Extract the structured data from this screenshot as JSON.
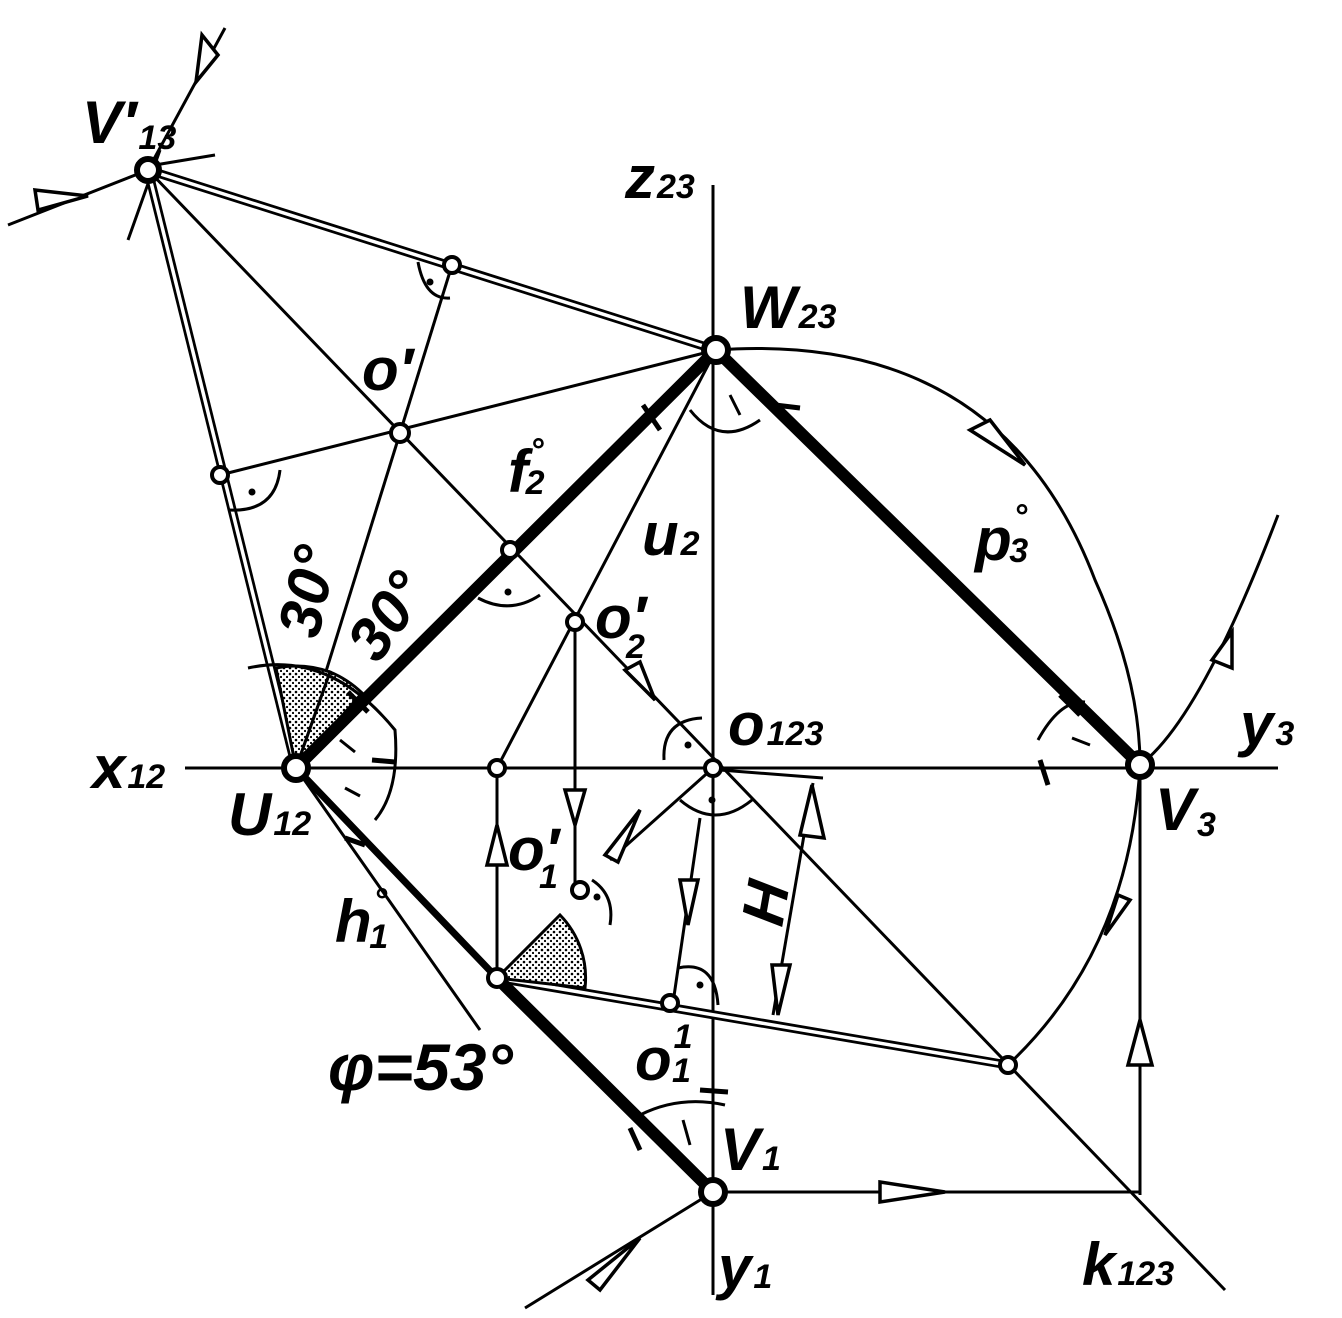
{
  "labels": {
    "v13": {
      "main": "V",
      "prime": "′",
      "sub": "13"
    },
    "z23": {
      "main": "z",
      "sub": "23"
    },
    "w23": {
      "main": "W",
      "sub": "23"
    },
    "o_prime": {
      "main": "o′"
    },
    "f2": {
      "main": "f",
      "sup": "°",
      "sub": "2"
    },
    "u2": {
      "main": "u",
      "sub": "2"
    },
    "o2_prime": {
      "main": "o′",
      "sub": "2"
    },
    "p3": {
      "main": "p",
      "sup": "°",
      "sub": "3"
    },
    "x12": {
      "main": "x",
      "sub": "12"
    },
    "o123": {
      "main": "o",
      "sub": "123"
    },
    "y3": {
      "main": "y",
      "sub": "3"
    },
    "u12": {
      "main": "U",
      "sub": "12"
    },
    "v3": {
      "main": "V",
      "sub": "3"
    },
    "o1_prime": {
      "main": "o′",
      "sub": "1"
    },
    "h1": {
      "main": "h",
      "sup": "°",
      "sub": "1"
    },
    "H": {
      "main": "H"
    },
    "o1_1": {
      "main": "o",
      "sup": "1",
      "sub": "1"
    },
    "phi": {
      "main": "φ=53°"
    },
    "v1": {
      "main": "V",
      "sub": "1"
    },
    "y1": {
      "main": "y",
      "sub": "1"
    },
    "k123": {
      "main": "k",
      "sub": "123"
    },
    "angle_30_a": {
      "main": "30°"
    },
    "angle_30_b": {
      "main": "30°"
    }
  }
}
